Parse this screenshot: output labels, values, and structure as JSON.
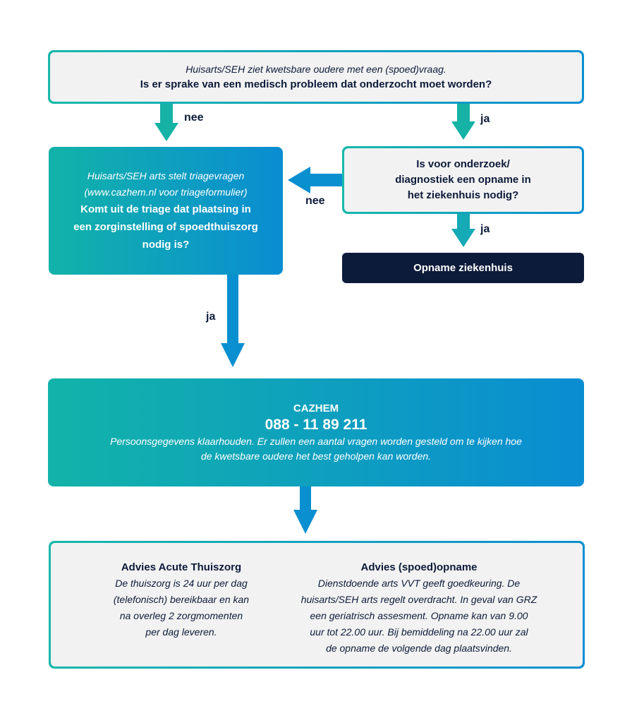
{
  "top": {
    "line1": "Huisarts/SEH ziet kwetsbare oudere met een (spoed)vraag.",
    "line2": "Is er sprake van een medisch probleem dat onderzocht moet worden?"
  },
  "labels": {
    "nee1": "nee",
    "ja1": "ja",
    "nee2": "nee",
    "ja2": "ja",
    "ja3": "ja"
  },
  "triage": {
    "line1": "Huisarts/SEH arts stelt triagevragen",
    "line2": "(www.cazhem.nl voor triageformulier)",
    "line3": "Komt uit de triage dat plaatsing in",
    "line4": "een zorginstelling of spoedthuiszorg",
    "line5": "nodig is?"
  },
  "question": {
    "line1": "Is voor onderzoek/",
    "line2": "diagnostiek een opname in",
    "line3": "het ziekenhuis nodig?"
  },
  "hospital": {
    "label": "Opname ziekenhuis"
  },
  "cazhem": {
    "title": "CAZHEM",
    "phone": "088 - 11 89 211",
    "line1": "Persoonsgegevens klaarhouden. Er zullen een aantal vragen worden gesteld om te kijken hoe",
    "line2": "de kwetsbare oudere het best geholpen kan worden."
  },
  "advice": {
    "left": {
      "title": "Advies Acute Thuiszorg",
      "lines": [
        "De thuiszorg is 24 uur per dag",
        "(telefonisch) bereikbaar en kan",
        "na overleg 2 zorgmomenten",
        "per dag leveren."
      ]
    },
    "right": {
      "title": "Advies (spoed)opname",
      "lines": [
        "Dienstdoende arts VVT geeft goedkeuring. De",
        "huisarts/SEH arts regelt overdracht. In geval van GRZ",
        "een geriatrisch assesment. Opname kan van 9.00",
        "uur tot 22.00 uur. Bij bemiddeling na 22.00 uur zal",
        "de opname de volgende dag plaatsvinden."
      ]
    }
  },
  "colors": {
    "teal": "#17b3a8",
    "blue": "#0a8fd0",
    "navy": "#0d1b3a",
    "panel": "#f2f2f2"
  }
}
